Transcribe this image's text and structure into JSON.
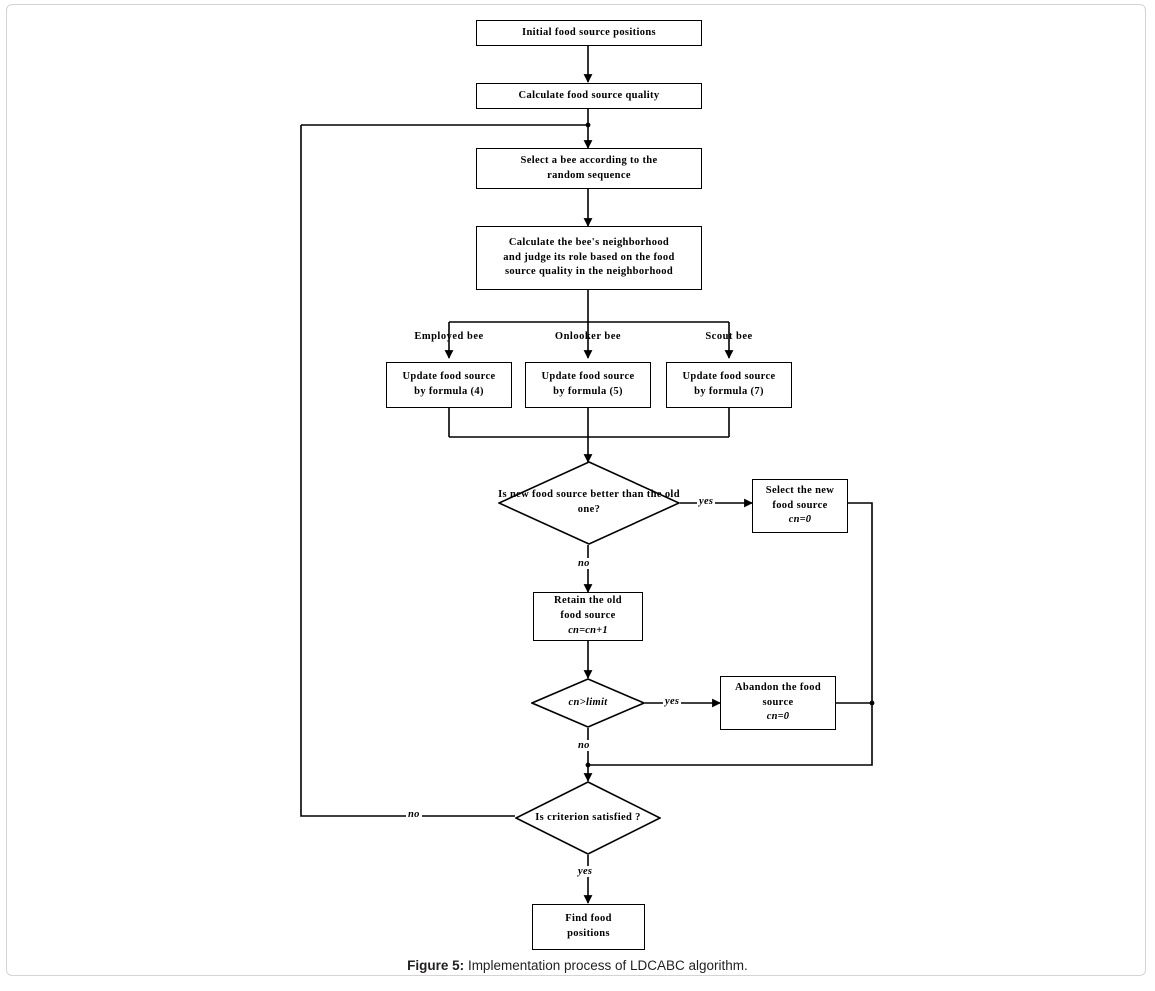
{
  "figure": {
    "caption_number": "Figure 5:",
    "caption_text": " Implementation process of LDCABC algorithm.",
    "colors": {
      "stroke": "#000000",
      "background": "#ffffff",
      "frame_border": "#d4d4d4",
      "caption": "#231f20"
    }
  },
  "nodes": {
    "initial": {
      "line1": "Initial food source positions"
    },
    "calc_quality": {
      "line1": "Calculate food source quality"
    },
    "select_bee": {
      "line1": "Select a bee according to the",
      "line2": "random sequence"
    },
    "neighborhood": {
      "line1": "Calculate the bee's neighborhood",
      "line2": "and judge its role based on the food",
      "line3": "source quality in the neighborhood"
    },
    "update_employed": {
      "line1": "Update food source",
      "line2": "by formula (4)"
    },
    "update_onlooker": {
      "line1": "Update food source",
      "line2": "by formula (5)"
    },
    "update_scout": {
      "line1": "Update food source",
      "line2": "by formula (7)"
    },
    "select_new": {
      "line1": "Select the new",
      "line2": "food source",
      "line3": "cn=0"
    },
    "retain_old": {
      "line1": "Retain the old",
      "line2": "food source",
      "line3": "cn=cn+1"
    },
    "abandon": {
      "line1": "Abandon the food",
      "line2": "source",
      "line3": "cn=0"
    },
    "find_positions": {
      "line1": "Find food",
      "line2": "positions"
    }
  },
  "decisions": {
    "better_source": {
      "line1": "Is new food source",
      "line2": "better than the old",
      "line3": "one?"
    },
    "cn_limit": {
      "line1": "cn>limit"
    },
    "criterion": {
      "line1": "Is criterion",
      "line2": "satisfied ?"
    }
  },
  "branch_labels": {
    "employed": "Employed bee",
    "onlooker": "Onlooker bee",
    "scout": "Scout bee"
  },
  "edge_labels": {
    "better_yes": "yes",
    "better_no": "no",
    "limit_yes": "yes",
    "limit_no": "no",
    "criterion_yes": "yes",
    "criterion_no": "no"
  }
}
